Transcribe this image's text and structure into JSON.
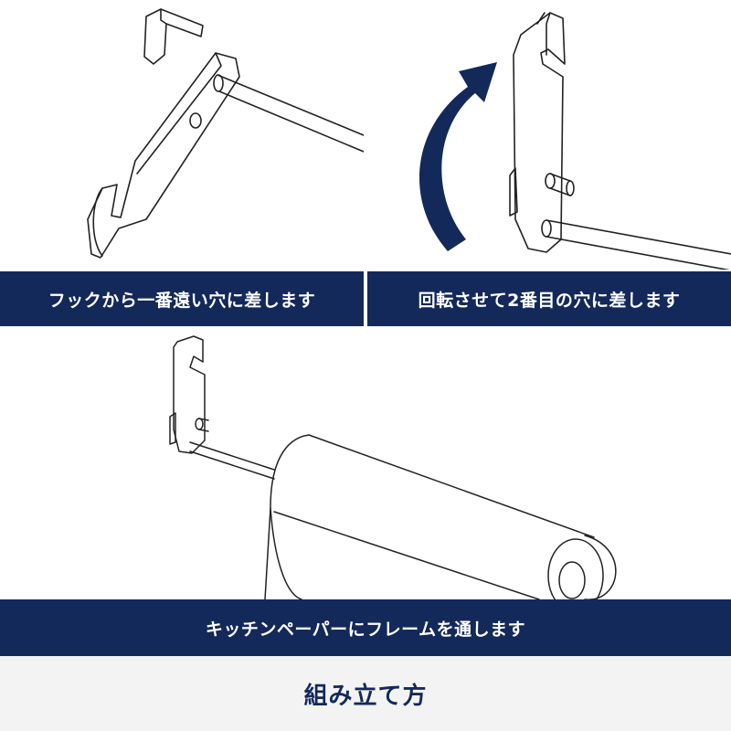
{
  "steps": [
    {
      "caption": "フックから一番遠い穴に差します"
    },
    {
      "caption": "回転させて2番目の穴に差します"
    },
    {
      "caption": "キッチンペーパーにフレームを通します"
    }
  ],
  "footer": {
    "title": "組み立て方"
  },
  "colors": {
    "band": "#13295a",
    "arrow": "#13295a",
    "line": "#222222",
    "footer_bg": "#f3f3f3"
  }
}
